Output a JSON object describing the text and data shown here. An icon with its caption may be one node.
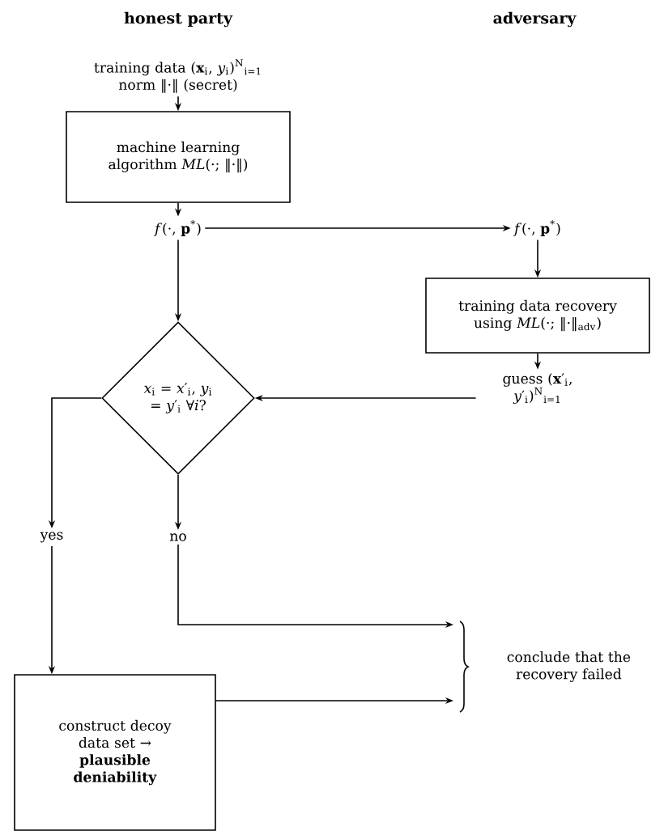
{
  "diagram": {
    "nodes": [
      {
        "text": [
          "training data (**x**$_{i}$, *y*$_{i}$)$^{N}$$_{i=1}$ norm ‖·‖ (secret)"
        ]
      },
      {
        "text": [
          "machine learning algorithm *ML*(·; ‖·‖)"
        ]
      },
      {
        "text": [
          "*f*(·, **p**$^{*}$)"
        ]
      },
      {
        "text": [
          "*f*(·, **p**$^{*}$)"
        ]
      },
      {
        "text": [
          "training data recovery using *ML*(·; ‖·‖$_{adv}$)"
        ]
      },
      {
        "text": [
          "guess (**x**′$_{i}$, *y*′$_{i}$)$^{N}$$_{i=1}$"
        ]
      },
      {
        "text": [
          "*x*$_{i}$ = *x*′$_{i}$, *y*$_{i}$ = *y*′$_{i}$ ∀*i*?"
        ]
      },
      {
        "text": [
          "yes"
        ]
      },
      {
        "text": [
          "no"
        ]
      },
      {
        "text": [
          "construct decoy data set → **plausible deniability**"
        ]
      },
      {
        "text": [
          "conclude that the recovery failed"
        ]
      }
    ],
    "edges": [
      {
        "from": 0,
        "to": 1,
        "arrow": "to"
      },
      {
        "from": 1,
        "to": 2,
        "arrow": "to"
      },
      {
        "from": 2,
        "to": 3,
        "arrow": "to"
      },
      {
        "from": 3,
        "to": 4,
        "arrow": "to"
      },
      {
        "from": 4,
        "to": 5,
        "arrow": "to"
      },
      {
        "from": 5,
        "to": 6,
        "arrow": "to"
      },
      {
        "from": 2,
        "to": 6,
        "arrow": "to"
      },
      {
        "from": 6,
        "to": 7,
        "arrow": "to"
      },
      {
        "from": 6,
        "to": 8,
        "arrow": "to"
      },
      {
        "from": 7,
        "to": 9,
        "arrow": "to"
      },
      {
        "from": 8,
        "to": 10,
        "arrow": "to"
      },
      {
        "from": 9,
        "to": 10,
        "arrow": "to"
      }
    ],
    "labels": [
      "honest party",
      "adversary"
    ]
  }
}
